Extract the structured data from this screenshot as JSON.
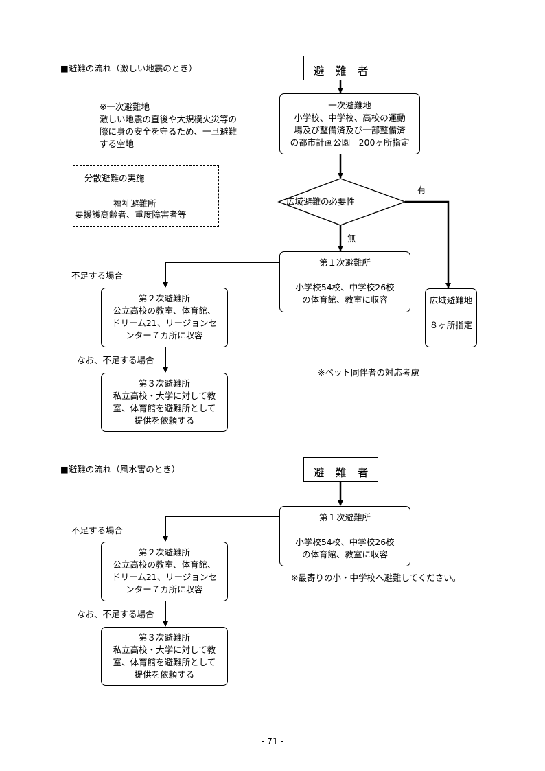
{
  "section1": {
    "heading": "■避難の流れ（激しい地震のとき）",
    "evacuee": "避　難　者",
    "primary_site": {
      "title": "一次避難地",
      "lines": [
        "小学校、中学校、高校の運動",
        "場及び整備済及び一部整備済",
        "の都市計画公園　200ヶ所指定"
      ]
    },
    "note": {
      "title": "※一次避難地",
      "lines": [
        "激しい地震の直後や大規模火災等の",
        "際に身の安全を守るため、一旦避難",
        "する空地"
      ]
    },
    "dispersed": {
      "title": "分散避難の実施",
      "welfare": "福祉避難所",
      "target": "要援護高齢者、重度障害者等"
    },
    "decision": "広域避難の必要性",
    "yes_label": "有",
    "no_label": "無",
    "wide_area": {
      "title": "広域避難地",
      "count": "８ヶ所指定"
    },
    "shelter1": {
      "title": "第１次避難所",
      "lines": [
        "小学校54校、中学校26校",
        "の体育館、教室に収容"
      ]
    },
    "shortage_label": "不足する場合",
    "shelter2": {
      "title": "第２次避難所",
      "lines": [
        "公立高校の教室、体育館、",
        "ドリーム21、リージョンセ",
        "ンター７カ所に収容"
      ]
    },
    "further_shortage_label": "なお、不足する場合",
    "shelter3": {
      "title": "第３次避難所",
      "lines": [
        "私立高校・大学に対して教",
        "室、体育館を避難所として",
        "提供を依頼する"
      ]
    },
    "pet_note": "※ペット同伴者の対応考慮"
  },
  "section2": {
    "heading": "■避難の流れ（風水害のとき）",
    "evacuee": "避　難　者",
    "shelter1": {
      "title": "第１次避難所",
      "lines": [
        "小学校54校、中学校26校",
        "の体育館、教室に収容"
      ]
    },
    "shortage_label": "不足する場合",
    "shelter2": {
      "title": "第２次避難所",
      "lines": [
        "公立高校の教室、体育館、",
        "ドリーム21、リージョンセ",
        "ンター７カ所に収容"
      ]
    },
    "further_shortage_label": "なお、不足する場合",
    "shelter3": {
      "title": "第３次避難所",
      "lines": [
        "私立高校・大学に対して教",
        "室、体育館を避難所として",
        "提供を依頼する"
      ]
    },
    "nearest_note": "※最寄りの小・中学校へ避難してください。"
  },
  "page_number": "- 71 -"
}
